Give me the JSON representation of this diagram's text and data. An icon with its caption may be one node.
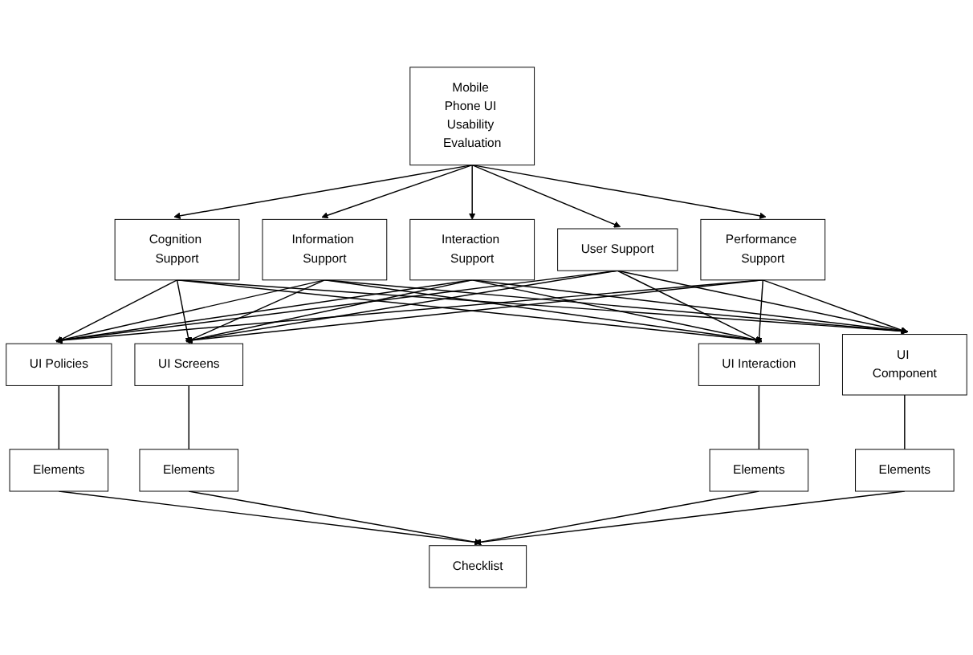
{
  "diagram": {
    "nodes": [
      {
        "text": [
          "Mobile Phone UI Usability Evaluation"
        ]
      },
      {
        "text": [
          "Cognition Support"
        ]
      },
      {
        "text": [
          "Information Support"
        ]
      },
      {
        "text": [
          "Interaction Support"
        ]
      },
      {
        "text": [
          "User Support"
        ]
      },
      {
        "text": [
          "Performance Support"
        ]
      },
      {
        "text": [
          "UI Policies"
        ]
      },
      {
        "text": [
          "UI Screens"
        ]
      },
      {
        "text": [
          "UI Interaction"
        ]
      },
      {
        "text": [
          "UI Component"
        ]
      },
      {
        "text": [
          "Elements"
        ]
      },
      {
        "text": [
          "Elements"
        ]
      },
      {
        "text": [
          "Elements"
        ]
      },
      {
        "text": [
          "Elements"
        ]
      },
      {
        "text": [
          "Checklist"
        ]
      }
    ],
    "edges": [
      {
        "from": 0,
        "to": 1,
        "arrow": "to"
      },
      {
        "from": 0,
        "to": 2,
        "arrow": "to"
      },
      {
        "from": 0,
        "to": 3,
        "arrow": "to"
      },
      {
        "from": 0,
        "to": 4,
        "arrow": "to"
      },
      {
        "from": 0,
        "to": 5,
        "arrow": "to"
      },
      {
        "from": 1,
        "to": 6,
        "arrow": "to"
      },
      {
        "from": 1,
        "to": 7,
        "arrow": "to"
      },
      {
        "from": 1,
        "to": 8,
        "arrow": "to"
      },
      {
        "from": 1,
        "to": 9,
        "arrow": "to"
      },
      {
        "from": 2,
        "to": 6,
        "arrow": "to"
      },
      {
        "from": 2,
        "to": 7,
        "arrow": "to"
      },
      {
        "from": 2,
        "to": 8,
        "arrow": "to"
      },
      {
        "from": 2,
        "to": 9,
        "arrow": "to"
      },
      {
        "from": 3,
        "to": 6,
        "arrow": "to"
      },
      {
        "from": 3,
        "to": 7,
        "arrow": "to"
      },
      {
        "from": 3,
        "to": 8,
        "arrow": "to"
      },
      {
        "from": 3,
        "to": 9,
        "arrow": "to"
      },
      {
        "from": 4,
        "to": 6,
        "arrow": "to"
      },
      {
        "from": 4,
        "to": 7,
        "arrow": "to"
      },
      {
        "from": 4,
        "to": 8,
        "arrow": "to"
      },
      {
        "from": 4,
        "to": 9,
        "arrow": "to"
      },
      {
        "from": 5,
        "to": 6,
        "arrow": "to"
      },
      {
        "from": 5,
        "to": 7,
        "arrow": "to"
      },
      {
        "from": 5,
        "to": 8,
        "arrow": "to"
      },
      {
        "from": 5,
        "to": 9,
        "arrow": "to"
      },
      {
        "from": 6,
        "to": 10,
        "arrow": "none"
      },
      {
        "from": 7,
        "to": 11,
        "arrow": "none"
      },
      {
        "from": 8,
        "to": 12,
        "arrow": "none"
      },
      {
        "from": 9,
        "to": 13,
        "arrow": "none"
      },
      {
        "from": 10,
        "to": 14,
        "arrow": "to"
      },
      {
        "from": 11,
        "to": 14,
        "arrow": "to"
      },
      {
        "from": 12,
        "to": 14,
        "arrow": "to"
      },
      {
        "from": 13,
        "to": 14,
        "arrow": "to"
      }
    ]
  }
}
